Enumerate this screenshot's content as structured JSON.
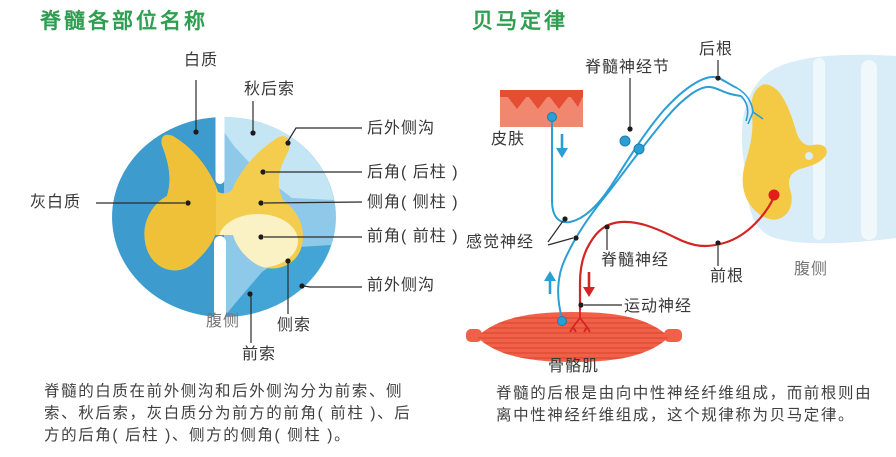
{
  "left_diagram": {
    "title": "脊髓各部位名称",
    "labels": {
      "white_matter": "白质",
      "posterior_funiculus": "秋后索",
      "posterolateral_sulcus": "后外侧沟",
      "posterior_horn": "后角( 后柱 )",
      "lateral_horn": "侧角( 侧柱 )",
      "anterior_horn": "前角( 前柱 )",
      "anterolateral_sulcus": "前外侧沟",
      "gray_matter": "灰白质",
      "ventral": "腹侧",
      "lateral_funiculus": "侧索",
      "anterior_funiculus": "前索"
    },
    "caption_lines": [
      "脊髓的白质在前外侧沟和后外侧沟分为前索、侧",
      "索、秋后索，灰白质分为前方的前角( 前柱 )、后",
      "方的后角( 后柱 )、侧方的侧角( 侧柱 )。"
    ]
  },
  "right_diagram": {
    "title": "贝马定律",
    "labels": {
      "spinal_ganglion": "脊髓神经节",
      "posterior_root": "后根",
      "skin": "皮肤",
      "sensory_nerve": "感觉神经",
      "spinal_nerve": "脊髓神经",
      "anterior_root": "前根",
      "ventral": "腹侧",
      "motor_nerve": "运动神经",
      "skeletal_muscle": "骨骼肌"
    },
    "caption_lines": [
      "脊髓的后根是由向中性神经纤维组成，而前根则由",
      "离中性神经纤维组成，这个规律称为贝马定律。"
    ]
  },
  "colors": {
    "title_green": "#2f9e52",
    "cord_left_blue": "#3d9bce",
    "cord_pale_blue": "#c3e5f4",
    "cord_mid_blue": "#8fc9e9",
    "cord_teal_blue": "#43a5d5",
    "gray_matter_gold": "#efc138",
    "gray_matter_cream": "#faf1c4",
    "nerve_blue": "#2b9ed4",
    "nerve_red": "#d42424",
    "skin_body": "#f2876f",
    "skin_dark": "#e64e33",
    "muscle_red": "#f26049",
    "cord_bg_right": "#d9edf8"
  }
}
